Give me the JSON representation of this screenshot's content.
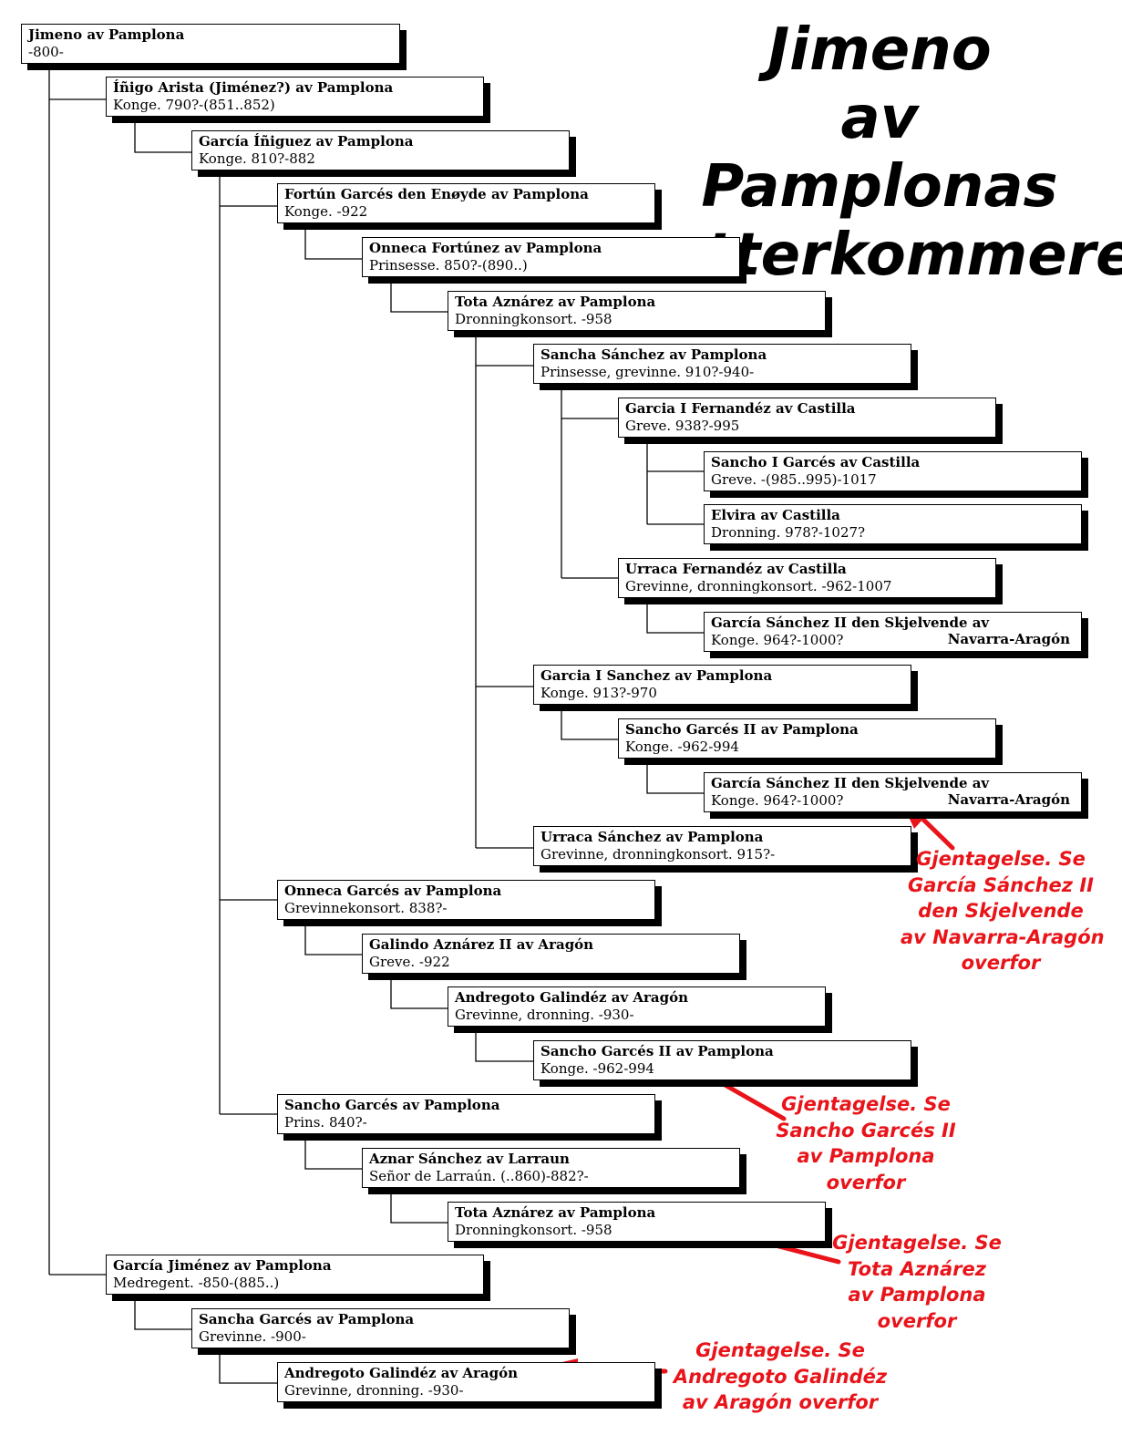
{
  "title": {
    "lines": [
      "Jimeno",
      "av Pamplonas",
      "etterkommere"
    ]
  },
  "people": [
    {
      "name": "Jimeno av Pamplona",
      "detail": "-800-"
    },
    {
      "name": "Íñigo Arista (Jiménez?) av Pamplona",
      "detail": "Konge.  790?-(851..852)"
    },
    {
      "name": "García Íñiguez av Pamplona",
      "detail": "Konge.  810?-882"
    },
    {
      "name": "Fortún Garcés den Enøyde av Pamplona",
      "detail": "Konge.  -922"
    },
    {
      "name": "Onneca Fortúnez av Pamplona",
      "detail": "Prinsesse.  850?-(890..)"
    },
    {
      "name": "Tota Aznárez av Pamplona",
      "detail": "Dronningkonsort.   -958"
    },
    {
      "name": "Sancha Sánchez av Pamplona",
      "detail": "Prinsesse, grevinne.  910?-940-"
    },
    {
      "name": "Garcia I Fernandéz av Castilla",
      "detail": "Greve.  938?-995"
    },
    {
      "name": "Sancho I Garcés av Castilla",
      "detail": "Greve.  -(985..995)-1017"
    },
    {
      "name": "Elvira av Castilla",
      "detail": "Dronning.  978?-1027?"
    },
    {
      "name": "Urraca Fernandéz av Castilla",
      "detail": "Grevinne, dronningkonsort.   -962-1007"
    },
    {
      "name": "García Sánchez II den Skjelvende av",
      "detail": "Konge.  964?-1000?",
      "detail_right": "Navarra-Aragón"
    },
    {
      "name": "Garcia I Sanchez av Pamplona",
      "detail": "Konge.  913?-970"
    },
    {
      "name": "Sancho Garcés II av Pamplona",
      "detail": "Konge.  -962-994"
    },
    {
      "name": "García Sánchez II den Skjelvende av",
      "detail": "Konge.  964?-1000?",
      "detail_right": "Navarra-Aragón"
    },
    {
      "name": "Urraca Sánchez av Pamplona",
      "detail": "Grevinne, dronningkonsort.   915?-"
    },
    {
      "name": "Onneca Garcés av Pamplona",
      "detail": "Grevinnekonsort.  838?-"
    },
    {
      "name": "Galindo Aznárez II av Aragón",
      "detail": "Greve.  -922"
    },
    {
      "name": "Andregoto Galindéz av Aragón",
      "detail": "Grevinne, dronning.   -930-"
    },
    {
      "name": "Sancho Garcés II av Pamplona",
      "detail": "Konge.  -962-994"
    },
    {
      "name": "Sancho Garcés av Pamplona",
      "detail": "Prins.  840?-"
    },
    {
      "name": "Aznar Sánchez av Larraun",
      "detail": "Señor de Larraún.  (..860)-882?-"
    },
    {
      "name": "Tota Aznárez av Pamplona",
      "detail": "Dronningkonsort.   -958"
    },
    {
      "name": "García Jiménez av Pamplona",
      "detail": "Medregent.  -850-(885..)"
    },
    {
      "name": "Sancha Garcés av Pamplona",
      "detail": "Grevinne.  -900-"
    },
    {
      "name": "Andregoto Galindéz av Aragón",
      "detail": "Grevinne, dronning.   -930-"
    }
  ],
  "annotations": [
    {
      "lines": [
        "Gjentagelse. Se",
        "García Sánchez II",
        "den Skjelvende",
        "av Navarra-Aragón",
        "overfor"
      ]
    },
    {
      "lines": [
        "Gjentagelse. Se",
        "Sancho Garcés II",
        "av Pamplona",
        "overfor"
      ]
    },
    {
      "lines": [
        "Gjentagelse. Se",
        "Tota Aznárez",
        "av Pamplona",
        "overfor"
      ]
    },
    {
      "lines": [
        "Gjentagelse. Se",
        "Andregoto Galindéz",
        "av Aragón overfor"
      ]
    }
  ],
  "colors": {
    "box_border": "#000000",
    "box_shadow": "#000000",
    "annotation": "#e8141a"
  }
}
